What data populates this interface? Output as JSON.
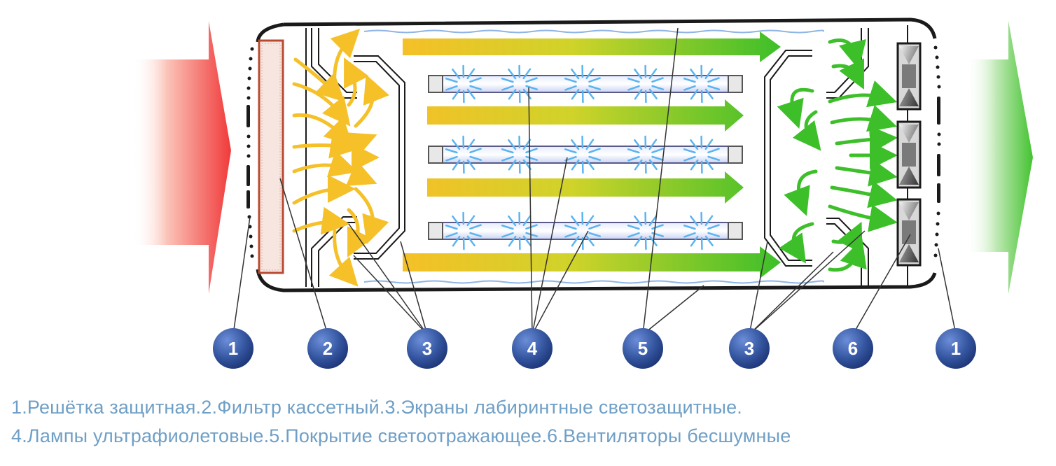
{
  "badges": [
    {
      "id": "b1-left",
      "label": "1"
    },
    {
      "id": "b2",
      "label": "2"
    },
    {
      "id": "b3-left",
      "label": "3"
    },
    {
      "id": "b4",
      "label": "4"
    },
    {
      "id": "b5",
      "label": "5"
    },
    {
      "id": "b3-right",
      "label": "3"
    },
    {
      "id": "b6",
      "label": "6"
    },
    {
      "id": "b1-right",
      "label": "1"
    }
  ],
  "caption": {
    "line1": "1.Решётка защитная.2.Фильтр кассетный.3.Экраны лабиринтные светозащитные.",
    "line2": "4.Лампы ультрафиолетовые.5.Покрытие светоотражающее.6.Вентиляторы бесшумные"
  },
  "colors": {
    "intake_red": "#f03a3a",
    "outlet_green": "#4cc83c",
    "flow_yellow": "#f5c028",
    "flow_green": "#3dbf2a",
    "uv_rays": "#5ab4f0",
    "badge_blue": "#2f4f9e",
    "caption_blue": "#6f9fc6",
    "housing": "#1a1a1a"
  },
  "icons": [
    "intake-arrow-icon",
    "outlet-arrow-icon",
    "uv-lamp-icon",
    "fan-icon",
    "filter-icon",
    "grille-icon"
  ]
}
